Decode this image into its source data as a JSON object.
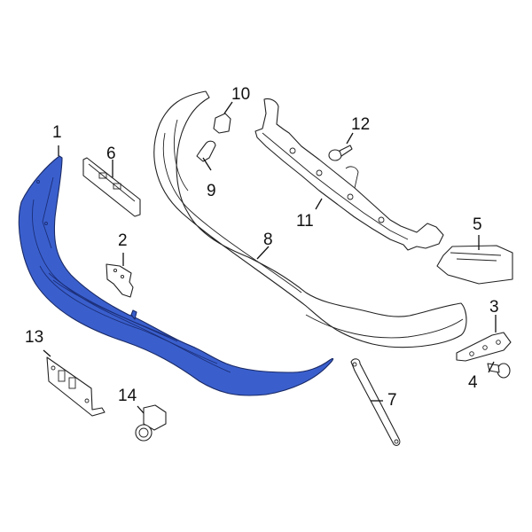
{
  "diagram": {
    "type": "exploded-parts-diagram",
    "subject": "front bumper assembly",
    "highlight_color": "#3a5fcd",
    "highlighted_part": "1"
  },
  "callouts": [
    {
      "id": "c1",
      "label": "1",
      "part": "bumper-cover-lower-valance"
    },
    {
      "id": "c2",
      "label": "2",
      "part": "bracket-small"
    },
    {
      "id": "c3",
      "label": "3",
      "part": "side-bracket"
    },
    {
      "id": "c4",
      "label": "4",
      "part": "clip-fastener"
    },
    {
      "id": "c5",
      "label": "5",
      "part": "end-cap"
    },
    {
      "id": "c6",
      "label": "6",
      "part": "license-bracket"
    },
    {
      "id": "c7",
      "label": "7",
      "part": "support-strut"
    },
    {
      "id": "c8",
      "label": "8",
      "part": "bumper-face-bar"
    },
    {
      "id": "c9",
      "label": "9",
      "part": "guide-plug"
    },
    {
      "id": "c10",
      "label": "10",
      "part": "cap-plug"
    },
    {
      "id": "c11",
      "label": "11",
      "part": "reinforcement-bar"
    },
    {
      "id": "c12",
      "label": "12",
      "part": "bolt"
    },
    {
      "id": "c13",
      "label": "13",
      "part": "license-plate-bracket"
    },
    {
      "id": "c14",
      "label": "14",
      "part": "parking-sensor"
    }
  ]
}
